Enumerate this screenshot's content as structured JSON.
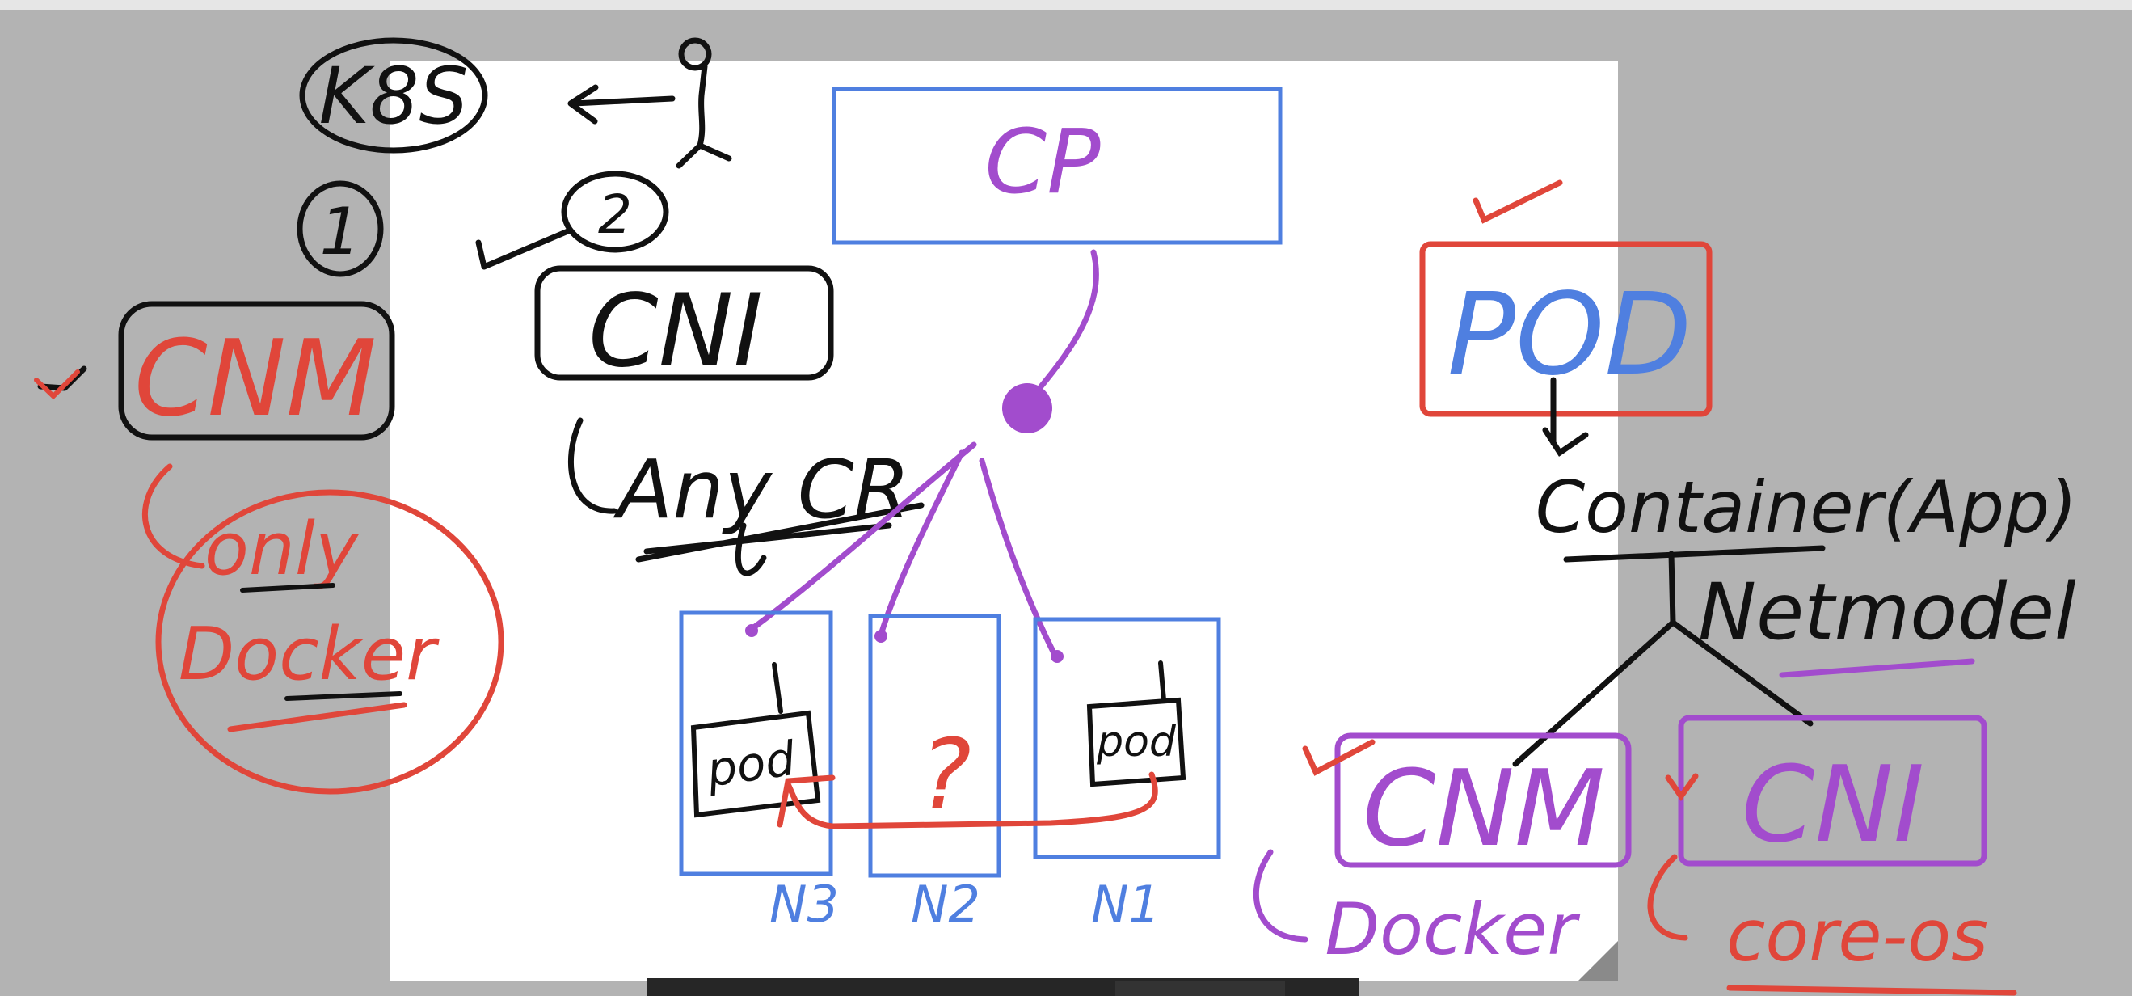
{
  "colors": {
    "background": "#b3b3b3",
    "whiteboard": "#ffffff",
    "ink_black": "#111111",
    "ink_blue": "#4f7fe0",
    "ink_purple": "#a24ccd",
    "ink_red": "#e0463a"
  },
  "labels": {
    "k8s": "K8S",
    "step1": "1",
    "step2": "2",
    "cnm_left": "CNM",
    "only_docker_line1": "only",
    "only_docker_line2": "Docker",
    "cni_box": "CNI",
    "any_cr": "Any CR",
    "control_plane": "CP",
    "pod_n3": "pod",
    "pod_n1": "pod",
    "question_mark": "?",
    "node_n3": "N3",
    "node_n2": "N2",
    "node_n1": "N1",
    "pod_box": "POD",
    "container_app": "Container(App)",
    "netmodel": "Netmodel",
    "cnm_right": "CNM",
    "cni_right": "CNI",
    "docker_right": "Docker",
    "core_os": "core-os"
  }
}
